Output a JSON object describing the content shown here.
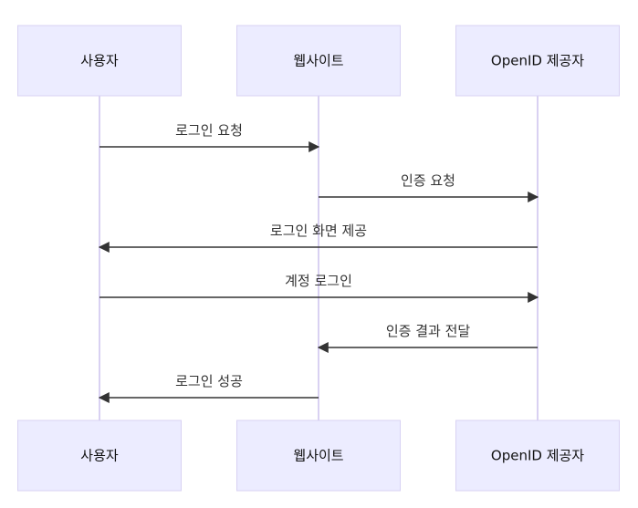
{
  "diagram": {
    "type": "sequence",
    "participants": [
      {
        "id": "user",
        "label": "사용자"
      },
      {
        "id": "site",
        "label": "웹사이트"
      },
      {
        "id": "openid",
        "label": "OpenID 제공자"
      }
    ],
    "messages": [
      {
        "from": "user",
        "to": "site",
        "label": "로그인 요청"
      },
      {
        "from": "site",
        "to": "openid",
        "label": "인증 요청"
      },
      {
        "from": "openid",
        "to": "user",
        "label": "로그인 화면 제공"
      },
      {
        "from": "user",
        "to": "openid",
        "label": "계정 로그인"
      },
      {
        "from": "openid",
        "to": "site",
        "label": "인증 결과 전달"
      },
      {
        "from": "site",
        "to": "user",
        "label": "로그인 성공"
      }
    ],
    "colors": {
      "actor_fill": "#ececff",
      "actor_border": "#d8d2f3",
      "lifeline": "#d9d1f2",
      "arrow": "#333333",
      "text": "#333333"
    }
  }
}
